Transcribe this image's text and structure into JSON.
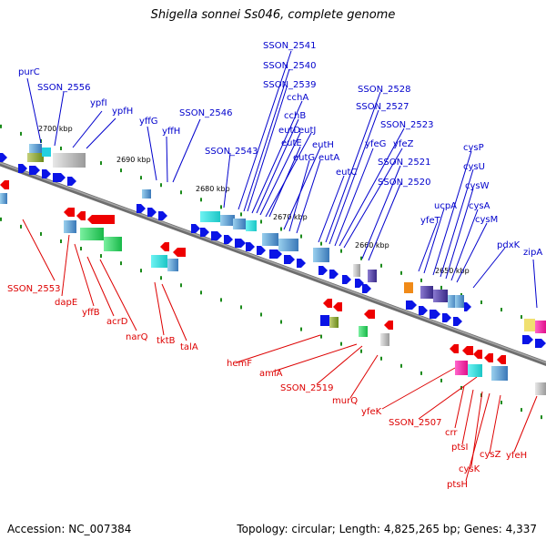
{
  "header": {
    "title": "Shigella sonnei Ss046, complete genome"
  },
  "footer": {
    "accession": "Accession: NC_007384",
    "summary": "Topology: circular; Length: 4,825,265 bp; Genes: 4,337"
  },
  "colors": {
    "top_labels": "#0000cc",
    "bottom_labels": "#dd0000",
    "forward_genes": "#0a14e6",
    "reverse_genes": "#ee0000",
    "backbone": "#7a7a7a",
    "dots": "#1a8a1a"
  },
  "scale_ticks": [
    "2700 kbp",
    "2690 kbp",
    "2680 kbp",
    "2670 kbp",
    "2660 kbp",
    "2650 kbp"
  ],
  "top_labels": [
    "purC",
    "SSON_2556",
    "ypfI",
    "ypfH",
    "yffG",
    "yffH",
    "SSON_2546",
    "SSON_2543",
    "SSON_2541",
    "SSON_2540",
    "SSON_2539",
    "cchA",
    "cchB",
    "eutD",
    "eutJ",
    "eutE",
    "eutH",
    "eutG",
    "eutA",
    "eutC",
    "SSON_2528",
    "SSON_2527",
    "yfeG",
    "SSON_2523",
    "yfeZ",
    "SSON_2521",
    "SSON_2520",
    "yfeT",
    "ucpA",
    "cysP",
    "cysU",
    "cysW",
    "cysA",
    "cysM",
    "pdxK",
    "zipA"
  ],
  "bottom_labels": [
    "SSON_2553",
    "dapE",
    "yffB",
    "acrD",
    "narQ",
    "tktB",
    "talA",
    "hemF",
    "amiA",
    "SSON_2519",
    "murQ",
    "yfeK",
    "SSON_2507",
    "crr",
    "ptsI",
    "cysK",
    "ptsH",
    "cysZ",
    "yfeH"
  ]
}
